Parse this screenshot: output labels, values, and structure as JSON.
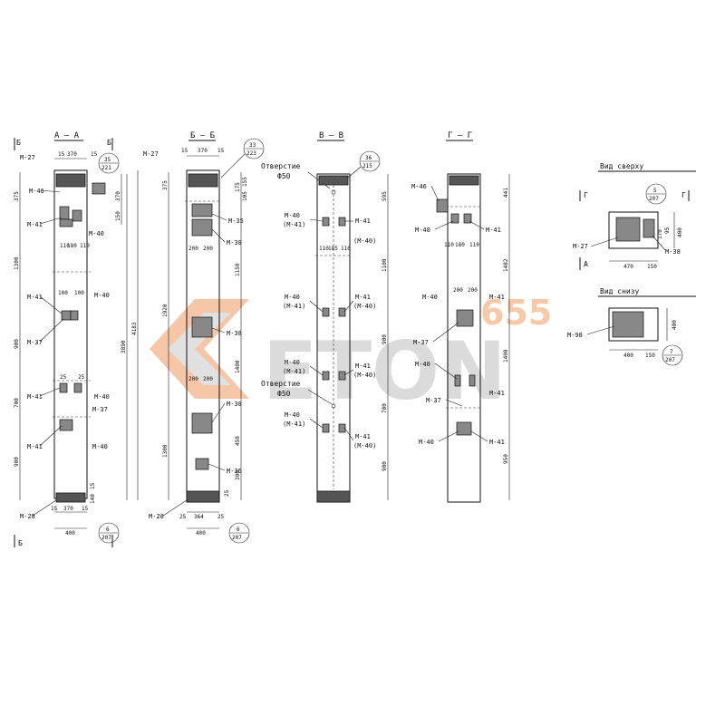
{
  "sections": {
    "aa": {
      "title": "A – A",
      "mark_left": "Б",
      "mark_right": "Б",
      "top_labels": [
        "15",
        "370",
        "15"
      ],
      "bubble_top": [
        "35",
        "221"
      ],
      "left_dims": [
        "375",
        "1300",
        "900",
        "700",
        "900"
      ],
      "right_dims": [
        "370",
        "150",
        "3890",
        "4183"
      ],
      "embeds": [
        "M-27",
        "M-46",
        "M-41",
        "M-40",
        "M-41",
        "M-40",
        "M-37",
        "M-41",
        "M-40",
        "M-37",
        "M-41",
        "M-40",
        "M-28"
      ],
      "inner_dims": [
        "110",
        "180",
        "110",
        "100",
        "100",
        "25",
        "25"
      ],
      "bottom_dims": [
        "15",
        "370",
        "15",
        "400",
        "140",
        "15"
      ],
      "bubble_bottom": [
        "6",
        "207"
      ]
    },
    "bb": {
      "title": "Б – Б",
      "top_labels": [
        "M-27",
        "15",
        "370",
        "15"
      ],
      "bubble_top": [
        "33",
        "223"
      ],
      "left_dims": [
        "375",
        "1920",
        "1300"
      ],
      "right_dims": [
        "175",
        "155",
        "105",
        "1150",
        "1400",
        "450",
        "300"
      ],
      "embeds": [
        "M-35",
        "M-38",
        "M-38",
        "M-38",
        "M-36",
        "M-28"
      ],
      "inner_dims": [
        "200",
        "200",
        "200",
        "200"
      ],
      "bottom_dims": [
        "25",
        "364",
        "25",
        "400",
        "25"
      ],
      "bubble_bottom": [
        "6",
        "207"
      ]
    },
    "vv": {
      "title": "В – В",
      "hole_label_1": "Отверстие",
      "hole_size_1": "Ф50",
      "bubble_top": [
        "36",
        "215"
      ],
      "hole_label_2": "Отверстие",
      "hole_size_2": "Ф50",
      "right_dims": [
        "595",
        "1100",
        "900",
        "700",
        "900"
      ],
      "embeds": [
        "M-40",
        "(M-41)",
        "M-41",
        "(M-40)",
        "M-40",
        "(M-41)",
        "M-41",
        "(M-40)",
        "M-40",
        "(M-41)",
        "M-41",
        "(M-40)",
        "M-40",
        "(M-41)",
        "M-41",
        "(M-40)"
      ],
      "inner_dims": [
        "110",
        "185",
        "110"
      ]
    },
    "gg": {
      "title": "Г – Г",
      "right_dims": [
        "441",
        "1482",
        "1400",
        "950"
      ],
      "embeds": [
        "M-46",
        "M-40",
        "M-41",
        "M-40",
        "M-41",
        "M-37",
        "M-40",
        "M-41",
        "M-37",
        "M-40",
        "M-41"
      ],
      "inner_dims": [
        "110",
        "180",
        "110",
        "200",
        "200"
      ]
    },
    "top_view": {
      "title": "Вид сверху",
      "mark_left": "Г",
      "mark_right": "Г",
      "mark_bottom": "А",
      "bubble": [
        "5",
        "207"
      ],
      "embeds": [
        "M-27",
        "M-38"
      ],
      "dims": [
        "470",
        "150",
        "400",
        "95",
        "170"
      ]
    },
    "bottom_view": {
      "title": "Вид снизу",
      "embeds": [
        "M-98"
      ],
      "dims": [
        "400",
        "150",
        "400"
      ],
      "bubble": [
        "7",
        "207"
      ]
    }
  },
  "watermark": {
    "brand": "ETON",
    "code": "655",
    "orange": "#f0a060",
    "grey": "#c8c8c8"
  }
}
